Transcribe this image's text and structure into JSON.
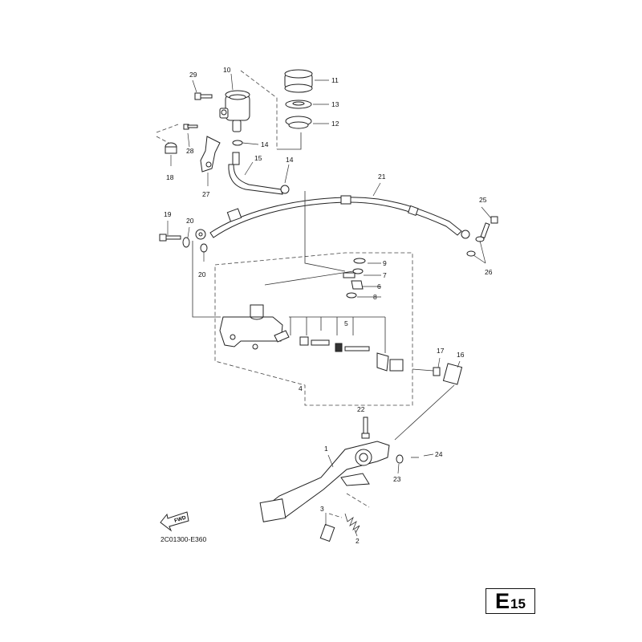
{
  "diagram": {
    "reference_code": "2C01300-E360",
    "section": {
      "letter": "E",
      "number": "15"
    },
    "fwd_label": "FWD",
    "callouts": {
      "c1": "1",
      "c2": "2",
      "c3": "3",
      "c4": "4",
      "c5": "5",
      "c6": "6",
      "c7": "7",
      "c8": "8",
      "c9": "9",
      "c10": "10",
      "c11": "11",
      "c12": "12",
      "c13": "13",
      "c14a": "14",
      "c14b": "14",
      "c15": "15",
      "c16": "16",
      "c17": "17",
      "c18": "18",
      "c19": "19",
      "c20a": "20",
      "c20b": "20",
      "c21": "21",
      "c22": "22",
      "c23": "23",
      "c24": "24",
      "c25": "25",
      "c26": "26",
      "c27": "27",
      "c28": "28",
      "c29": "29"
    }
  }
}
